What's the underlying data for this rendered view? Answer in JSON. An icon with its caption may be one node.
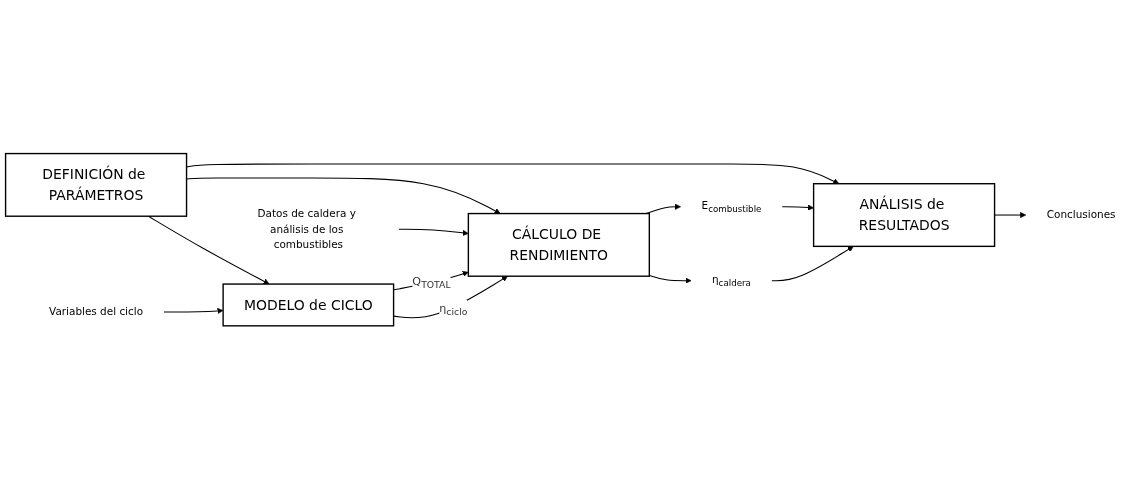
{
  "diagram": {
    "nodes": [
      {
        "text": [
          "DEFINICIÓN de PARÁMETROS"
        ]
      },
      {
        "text": [
          "Variables del ciclo"
        ]
      },
      {
        "text": [
          "MODELO de CICLO"
        ]
      },
      {
        "text": [
          "Datos de caldera y análisis de los combustibles"
        ]
      },
      {
        "text": [
          "CÁLCULO DE RENDIMIENTO"
        ]
      },
      {
        "text": [
          "E$_{combustible}$"
        ]
      },
      {
        "text": [
          "η$_{caldera}$"
        ]
      },
      {
        "text": [
          "ANÁLISIS de RESULTADOS"
        ]
      },
      {
        "text": [
          "Conclusiones"
        ]
      }
    ],
    "edges": [
      {
        "from": 0,
        "to": 2,
        "arrow": "to"
      },
      {
        "from": 0,
        "to": 4,
        "arrow": "to"
      },
      {
        "from": 0,
        "to": 7,
        "arrow": "to"
      },
      {
        "from": 1,
        "to": 2,
        "arrow": "to"
      },
      {
        "from": 3,
        "to": 4,
        "arrow": "to"
      },
      {
        "from": 2,
        "to": 4,
        "arrow": "to",
        "label": "Q$_{TOTAL}$"
      },
      {
        "from": 2,
        "to": 4,
        "arrow": "to",
        "label": "η$_{ciclo}$"
      },
      {
        "from": 4,
        "to": 5,
        "arrow": "to"
      },
      {
        "from": 4,
        "to": 6,
        "arrow": "to"
      },
      {
        "from": 5,
        "to": 7,
        "arrow": "to"
      },
      {
        "from": 6,
        "to": 7,
        "arrow": "to"
      },
      {
        "from": 7,
        "to": 8,
        "arrow": "to"
      }
    ]
  }
}
